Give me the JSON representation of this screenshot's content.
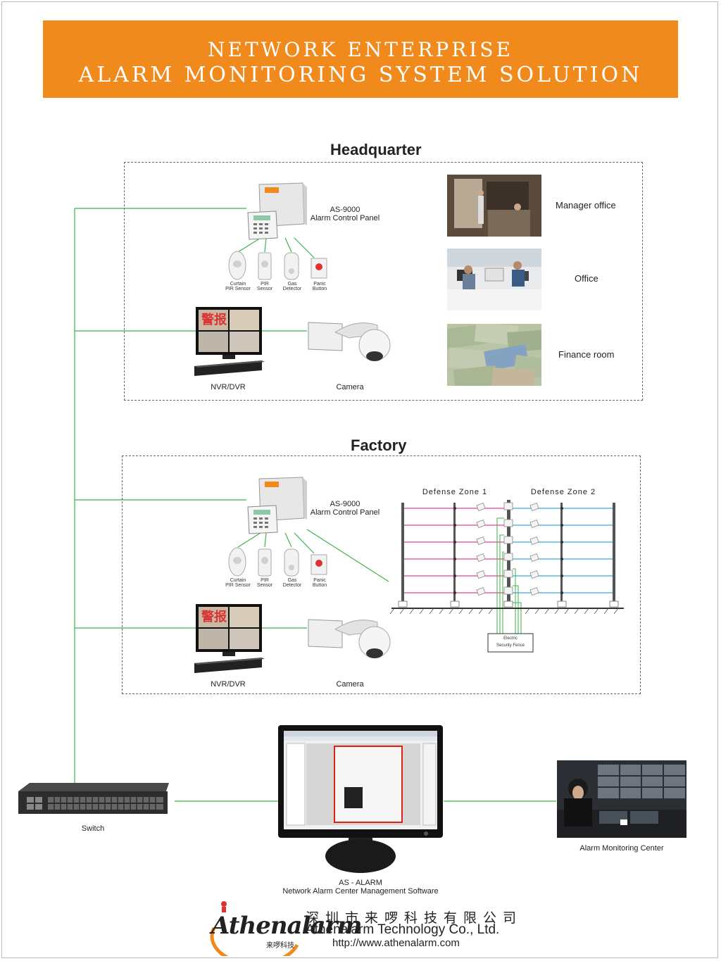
{
  "banner": {
    "line1": "NETWORK ENTERPRISE",
    "line2": "ALARM MONITORING SYSTEM  SOLUTION",
    "color": "#f08a1c"
  },
  "headquarter": {
    "title": "Headquarter",
    "panel_model": "AS-9000",
    "panel_name": "Alarm Control Panel",
    "sensors": [
      {
        "line1": "Curtain",
        "line2": "PIR Sensor"
      },
      {
        "line1": "PIR",
        "line2": "Sensor"
      },
      {
        "line1": "Gas",
        "line2": "Detector"
      },
      {
        "line1": "Panic",
        "line2": "Button"
      }
    ],
    "nvr_label": "NVR/DVR",
    "nvr_overlay": "警报",
    "camera_label": "Camera",
    "rooms": [
      "Manager office",
      "Office",
      "Finance room"
    ]
  },
  "factory": {
    "title": "Factory",
    "panel_model": "AS-9000",
    "panel_name": "Alarm Control Panel",
    "sensors": [
      {
        "line1": "Curtain",
        "line2": "PIR Sensor"
      },
      {
        "line1": "PIR",
        "line2": "Sensor"
      },
      {
        "line1": "Gas",
        "line2": "Detector"
      },
      {
        "line1": "Panic",
        "line2": "Button"
      }
    ],
    "nvr_label": "NVR/DVR",
    "nvr_overlay": "警报",
    "camera_label": "Camera",
    "zone1": "Defense Zone 1",
    "zone2": "Defense Zone 2",
    "fence_line1": "Electric",
    "fence_line2": "Security Fence"
  },
  "network": {
    "switch_label": "Switch",
    "software_name": "AS - ALARM",
    "software_desc": "Network Alarm Center Management Software",
    "center_label": "Alarm Monitoring Center",
    "line_color": "#3cb34a"
  },
  "footer": {
    "company_cn": "深圳市来啰科技有限公司",
    "company_en": "Athenalarm Technology Co., Ltd.",
    "url": "http://www.athenalarm.com",
    "logo_text": "Athenalarm",
    "logo_cn": "来啰科技"
  },
  "colors": {
    "fence_pink": "#e0449a",
    "fence_blue": "#3aa6d8",
    "orange": "#f08a1c"
  }
}
